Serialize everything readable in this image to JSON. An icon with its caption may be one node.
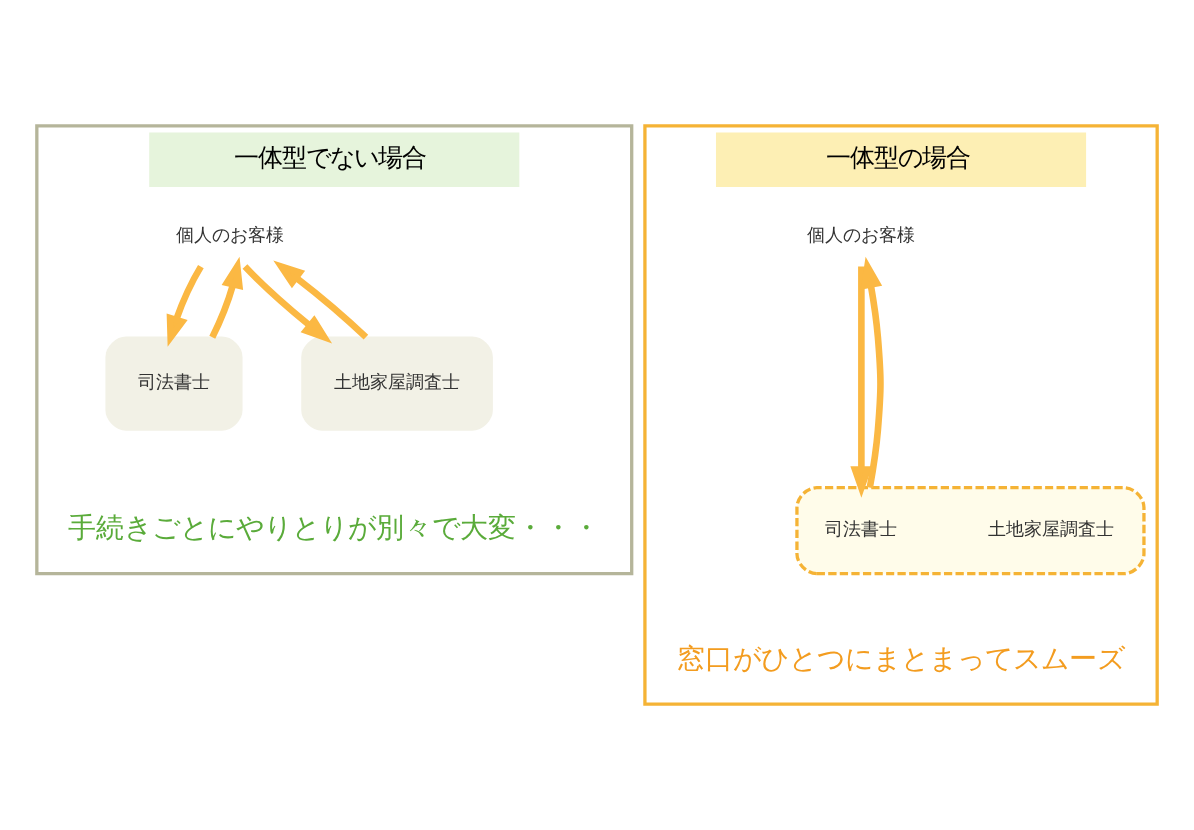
{
  "diagram": {
    "nodes": [
      {
        "text": [
          "一体型でない場合",
          "手続きごとにやりとりが別々で大変・・・"
        ]
      },
      {
        "text": [
          "個人のお客様"
        ],
        "in": 0
      },
      {
        "text": [
          "司法書士"
        ],
        "in": 0
      },
      {
        "text": [
          "土地家屋調査士"
        ],
        "in": 0
      },
      {
        "text": [
          "一体型の場合",
          "窓口がひとつにまとまってスムーズ"
        ]
      },
      {
        "text": [
          "個人のお客様"
        ],
        "in": 4
      },
      {
        "text": [],
        "shape": "box",
        "in": 4
      },
      {
        "text": [
          "司法書士"
        ],
        "in": 6
      },
      {
        "text": [
          "土地家屋調査士"
        ],
        "in": 6
      }
    ],
    "edges": [
      {
        "from": 1,
        "to": 2,
        "arrow": "to"
      },
      {
        "from": 2,
        "to": 1,
        "arrow": "to"
      },
      {
        "from": 1,
        "to": 3,
        "arrow": "to"
      },
      {
        "from": 3,
        "to": 1,
        "arrow": "to"
      },
      {
        "from": 5,
        "to": 6,
        "arrow": "to"
      },
      {
        "from": 6,
        "to": 5,
        "arrow": "to"
      }
    ]
  }
}
